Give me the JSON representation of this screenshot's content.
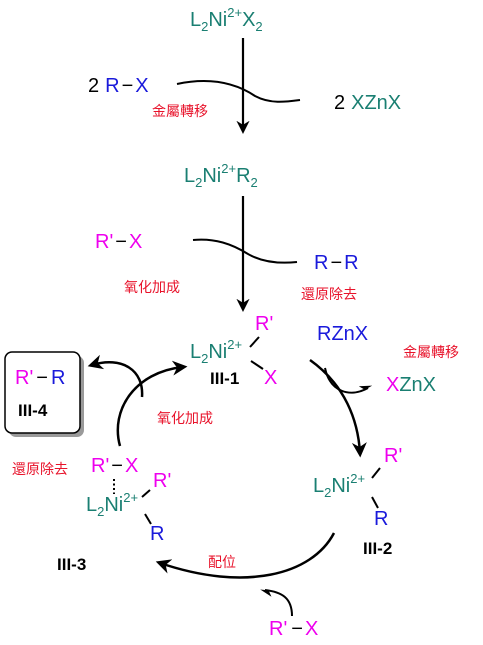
{
  "colors": {
    "teal": "#1a7f72",
    "blue": "#1a1adb",
    "magenta": "#ee00ee",
    "red": "#e8132b",
    "black": "#000000"
  },
  "top": {
    "catalyst": {
      "L": "L",
      "L_sub": "2",
      "Ni": "Ni",
      "Ni_sup": "2+",
      "X": "X",
      "X_sub": "2"
    },
    "transmetalation": {
      "coeff_in": "2",
      "R": "R",
      "dash": "−",
      "X": "X",
      "label": "金屬轉移",
      "coeff_out": "2",
      "XZnX": "XZnX"
    },
    "intermediate": {
      "L": "L",
      "L_sub": "2",
      "Ni": "Ni",
      "Ni_sup": "2+",
      "R": "R",
      "R_sub": "2"
    },
    "oxidative_addition": {
      "Rp": "R'",
      "dash": "−",
      "X": "X",
      "label": "氧化加成"
    },
    "reductive_elimination": {
      "R1": "R",
      "dash": "−",
      "R2": "R",
      "label": "還原除去"
    }
  },
  "cycle": {
    "III1": {
      "id": "III-1",
      "L": "L",
      "L_sub": "2",
      "Ni": "Ni",
      "Ni_sup": "2+",
      "Rp": "R'",
      "X": "X"
    },
    "III2": {
      "id": "III-2",
      "L": "L",
      "L_sub": "2",
      "Ni": "Ni",
      "Ni_sup": "2+",
      "Rp": "R'",
      "R": "R"
    },
    "III3": {
      "id": "III-3",
      "L": "L",
      "L_sub": "2",
      "Ni": "Ni",
      "Ni_sup": "2+",
      "Rp": "R'",
      "X": "X",
      "Rp2": "R'",
      "R": "R"
    },
    "III4": {
      "id": "III-4",
      "Rp": "R'",
      "R": "R"
    },
    "step_transmetalation": {
      "reagent": "RZnX",
      "label": "金屬轉移",
      "X": "X",
      "ZnX": "ZnX"
    },
    "step_coordination": {
      "label": "配位",
      "Rp": "R'",
      "X": "X"
    },
    "step_oxidative_addition": {
      "label": "氧化加成"
    },
    "step_reductive_elimination": {
      "label": "還原除去"
    }
  }
}
